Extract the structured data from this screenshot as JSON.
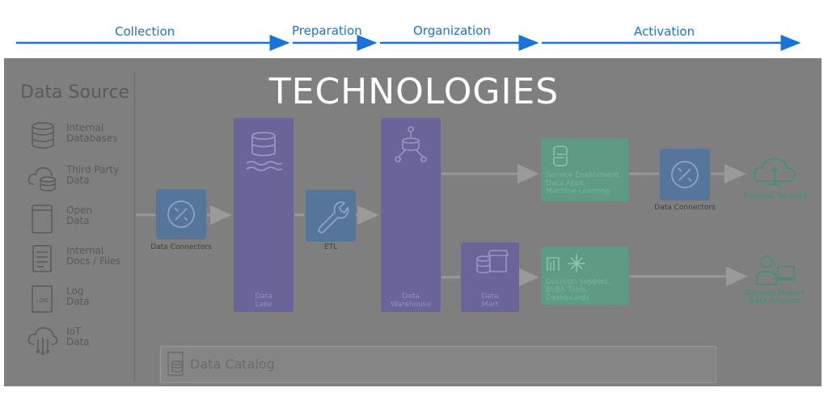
{
  "phases": [
    {
      "label": "Collection"
    },
    {
      "label": "Preparation"
    },
    {
      "label": "Organization"
    },
    {
      "label": "Activation"
    }
  ],
  "title": "TECHNOLOGIES",
  "data_source": {
    "title": "Data Source",
    "items": [
      {
        "label": "Internal\nDatabases",
        "icon": "database-icon"
      },
      {
        "label": "Third Party\nData",
        "icon": "cloud-database-icon"
      },
      {
        "label": "Open\nData",
        "icon": "book-icon"
      },
      {
        "label": "Internal\nDocs / Files",
        "icon": "document-icon"
      },
      {
        "label": "Log\nData",
        "icon": "log-file-icon"
      },
      {
        "label": "IoT\nData",
        "icon": "iot-cloud-icon"
      }
    ]
  },
  "nodes": {
    "data_connectors_1": "Data Connectors",
    "data_lake": "Data\nLake",
    "etl": "ETL",
    "data_warehouse": "Data\nWarehouse",
    "data_mart": "Data\nMart",
    "service_enablement": "Service Enablement,\nData Apps,\nMachine Learning",
    "decision_support": "Decision Support,\nBI/BA Tools,\nDashboards",
    "data_connectors_2": "Data Connectors",
    "external_services": "External Services",
    "decision_makers": "Decision Makers\nData Analysts"
  },
  "catalog": {
    "label": "Data Catalog"
  },
  "colors": {
    "phase_arrow": "#1a73d9",
    "panel": "#7f7f7f",
    "connector_box": "#56759a",
    "storage_box": "#6a6598",
    "green_box": "#5f9a84",
    "arrow": "#9a9a9a"
  }
}
